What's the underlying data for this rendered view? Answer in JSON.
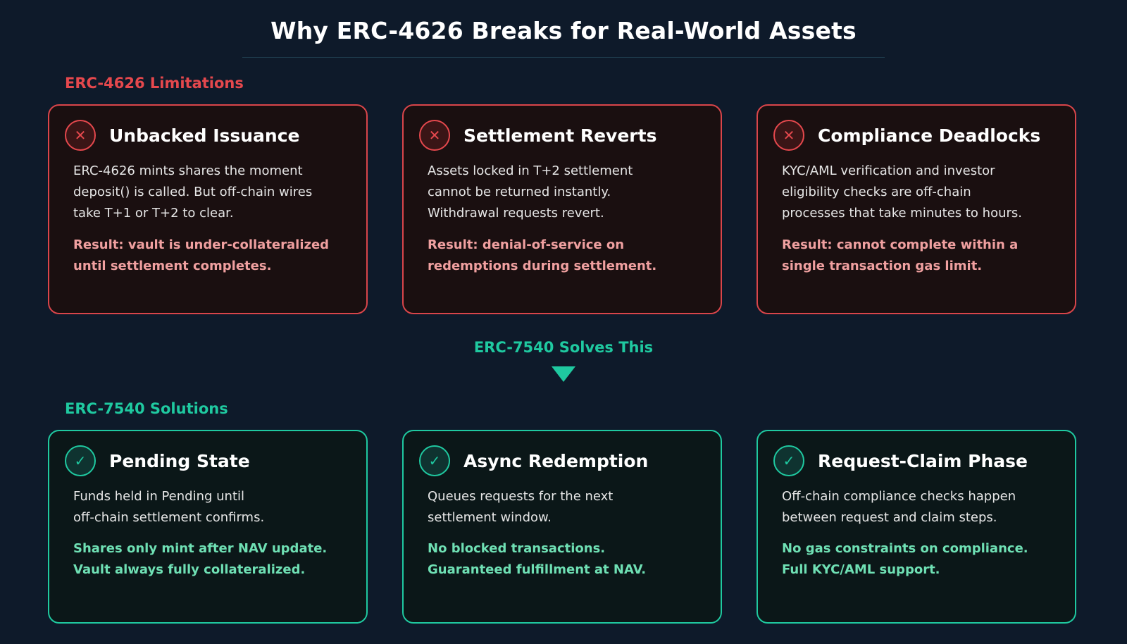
{
  "title": "Why ERC-4626 Breaks for Real-World Assets",
  "colors": {
    "background": "#0e1a2a",
    "problem_accent": "#e5484d",
    "problem_result": "#f0a0a0",
    "solution_accent": "#1fc9a0",
    "solution_result": "#6fe0b4"
  },
  "limitations": {
    "label": "ERC-4626 Limitations",
    "icon": "x-circle-icon",
    "cards": [
      {
        "title": "Unbacked Issuance",
        "badge": "✕",
        "body": [
          "ERC-4626 mints shares the moment",
          "deposit() is called. But off-chain wires",
          "take T+1 or T+2 to clear."
        ],
        "result": [
          "Result: vault is under-collateralized",
          "until settlement completes."
        ]
      },
      {
        "title": "Settlement Reverts",
        "badge": "✕",
        "body": [
          "Assets locked in T+2 settlement",
          "cannot be returned instantly.",
          "Withdrawal requests revert."
        ],
        "result": [
          "Result: denial-of-service on",
          "redemptions during settlement."
        ]
      },
      {
        "title": "Compliance Deadlocks",
        "badge": "✕",
        "body": [
          "KYC/AML verification and investor",
          "eligibility checks are off-chain",
          "processes that take minutes to hours."
        ],
        "result": [
          "Result: cannot complete within a",
          "single transaction gas limit."
        ]
      }
    ]
  },
  "transition": {
    "label": "ERC-7540 Solves This",
    "icon": "arrow-down-icon"
  },
  "solutions": {
    "label": "ERC-7540 Solutions",
    "icon": "check-circle-icon",
    "cards": [
      {
        "title": "Pending State",
        "badge": "✓",
        "body": [
          "Funds held in Pending until",
          "off-chain settlement confirms."
        ],
        "result": [
          "Shares only mint after NAV update.",
          "Vault always fully collateralized."
        ]
      },
      {
        "title": "Async Redemption",
        "badge": "✓",
        "body": [
          "Queues requests for the next",
          "settlement window."
        ],
        "result": [
          "No blocked transactions.",
          "Guaranteed fulfillment at NAV."
        ]
      },
      {
        "title": "Request-Claim Phase",
        "badge": "✓",
        "body": [
          "Off-chain compliance checks happen",
          "between request and claim steps."
        ],
        "result": [
          "No gas constraints on compliance.",
          "Full KYC/AML support."
        ]
      }
    ]
  }
}
